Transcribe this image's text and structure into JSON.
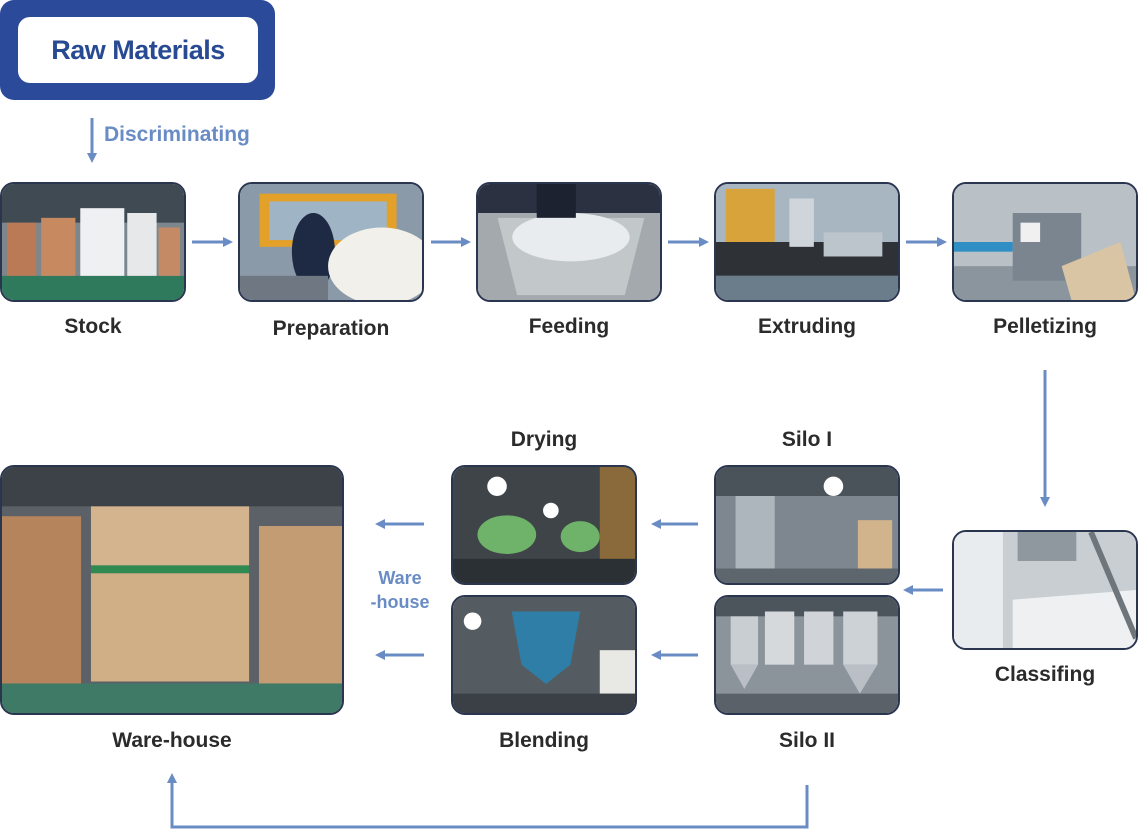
{
  "header": {
    "title": "Raw Materials",
    "sublabel": "Discriminating"
  },
  "steps": {
    "stock": "Stock",
    "preparation": "Preparation",
    "feeding": "Feeding",
    "extruding": "Extruding",
    "pelletizing": "Pelletizing",
    "classifing": "Classifing",
    "silo1": "Silo I",
    "silo2": "Silo II",
    "drying": "Drying",
    "blending": "Blending",
    "warehouse": "Ware-house"
  },
  "warehouse_mid": {
    "line1": "Ware",
    "line2": "-house"
  },
  "colors": {
    "accent": "#2c4a9a",
    "arrow": "#6a8cc4",
    "label": "#2b2b2b"
  }
}
